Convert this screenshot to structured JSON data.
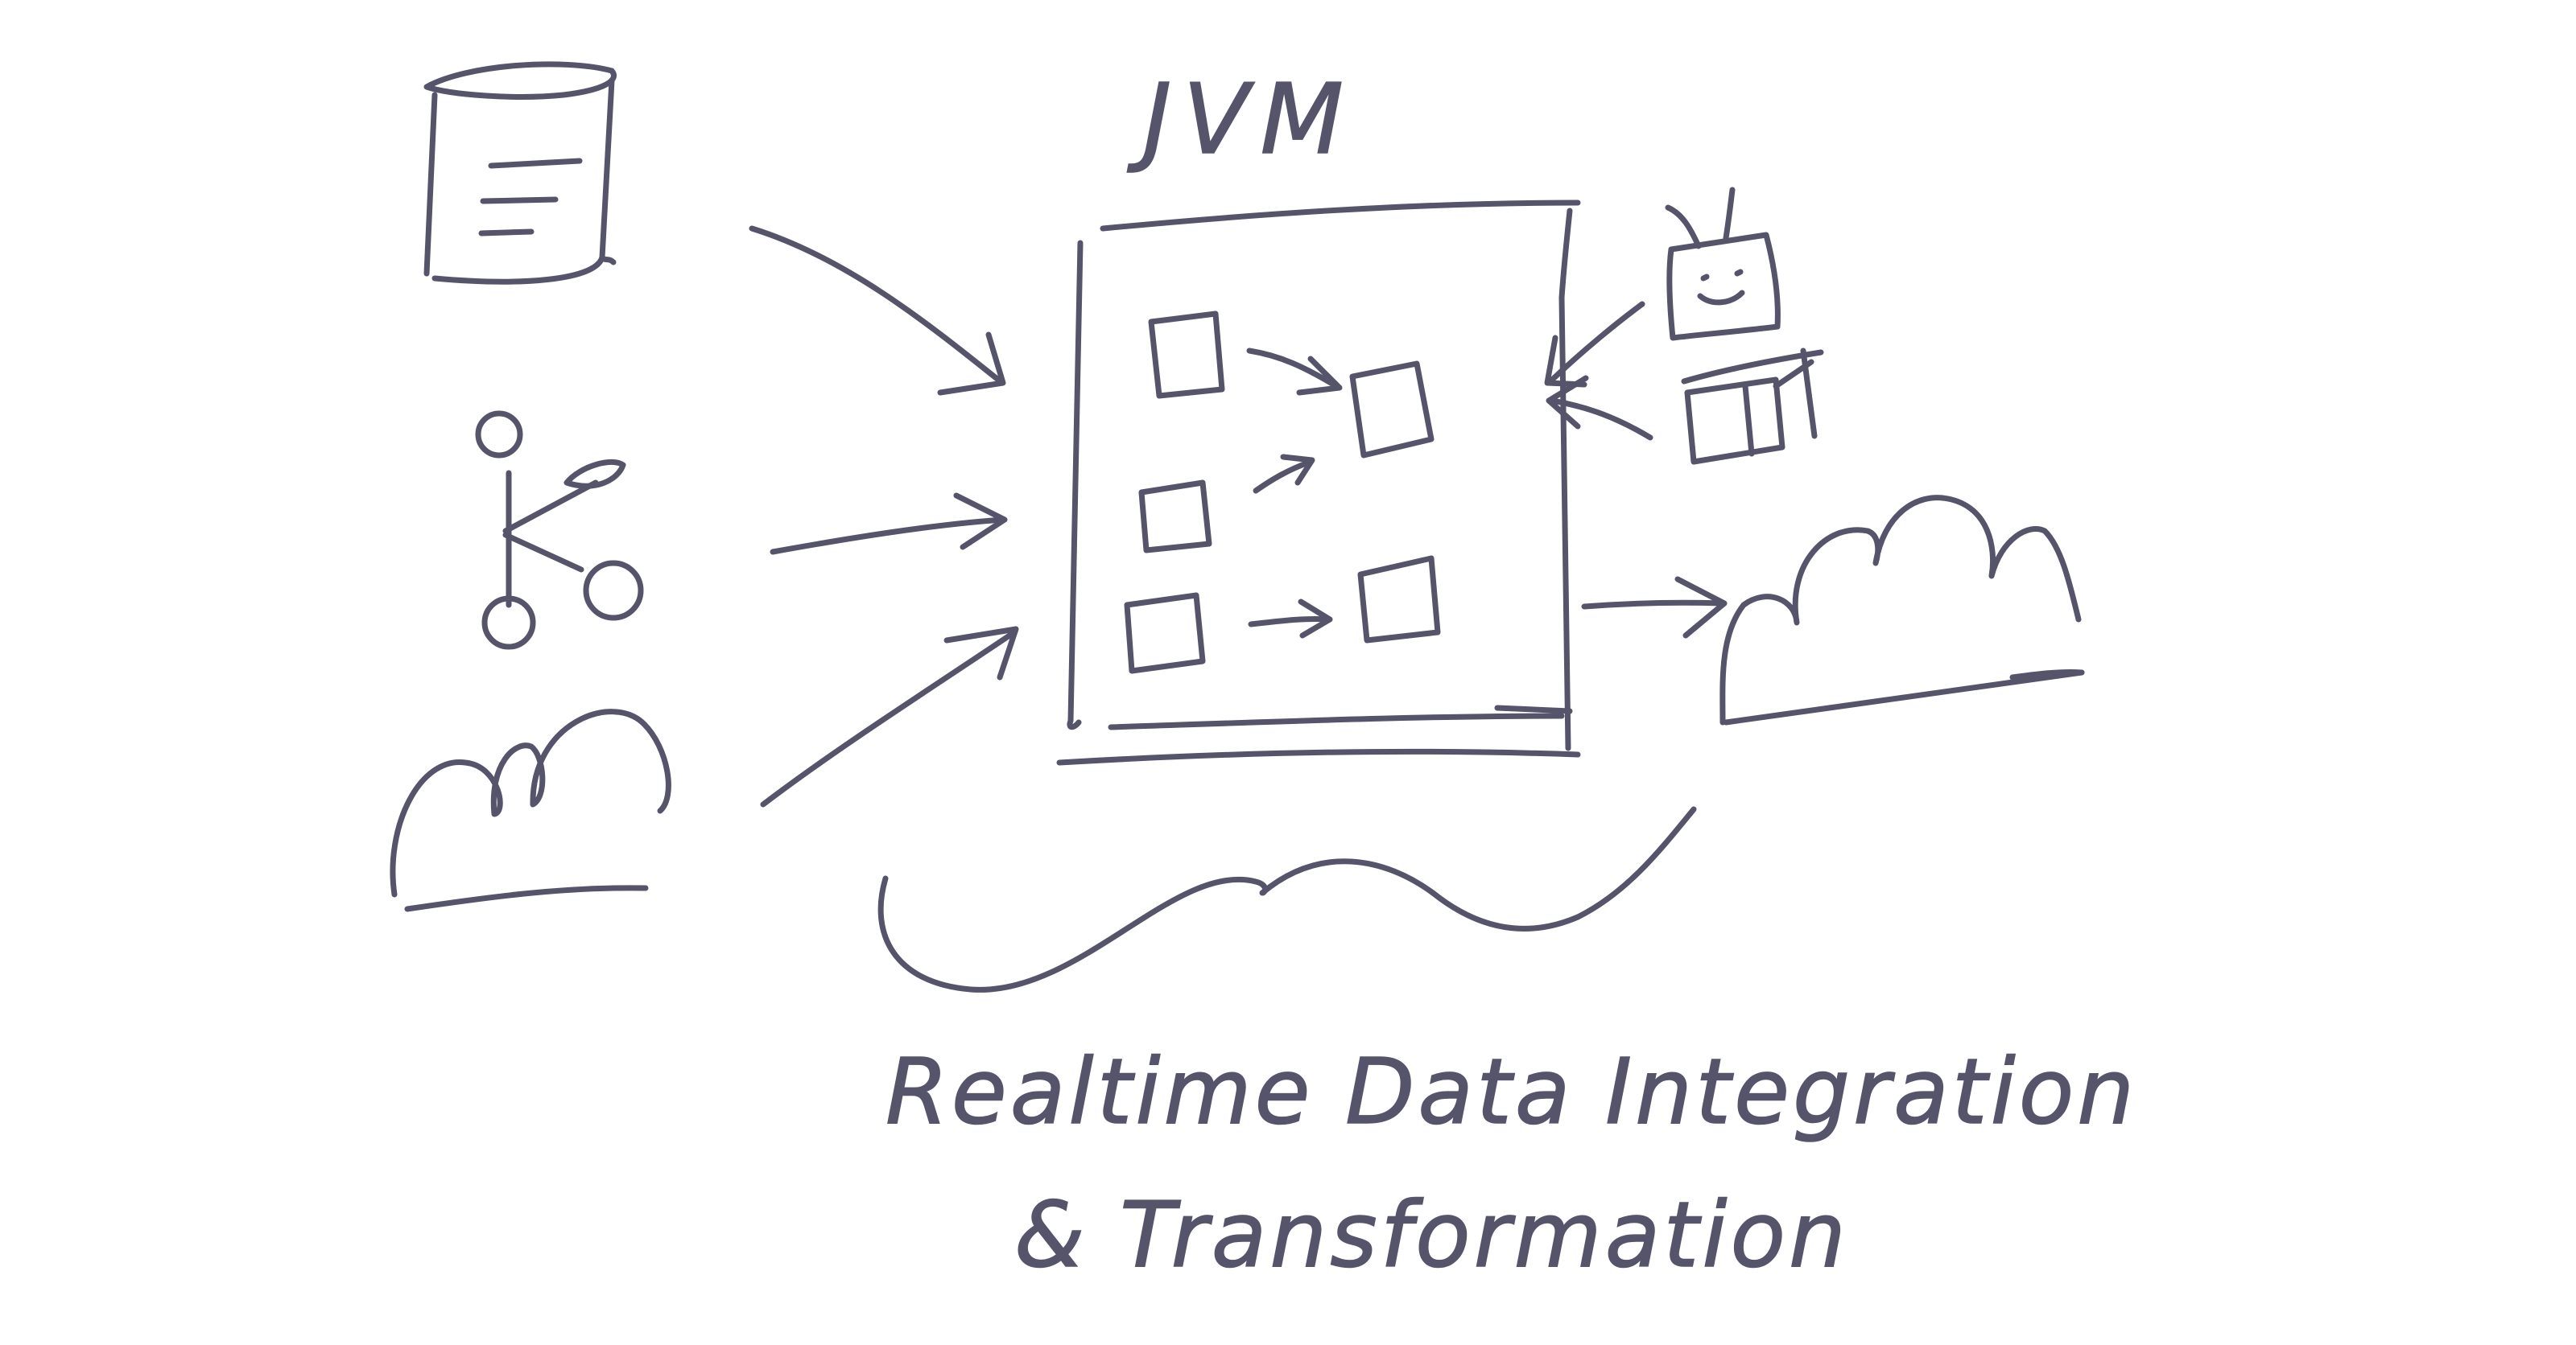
{
  "diagram": {
    "title": "JVM",
    "caption_line1": "Realtime Data Integration",
    "caption_line2": "& Transformation"
  },
  "colors": {
    "background": "#ffffff",
    "ink": "#55546a"
  },
  "icons": [
    "database-icon",
    "graph-network-icon",
    "cloud-icon",
    "robot-icon",
    "device-boxes-icon",
    "cloud-output-icon"
  ]
}
